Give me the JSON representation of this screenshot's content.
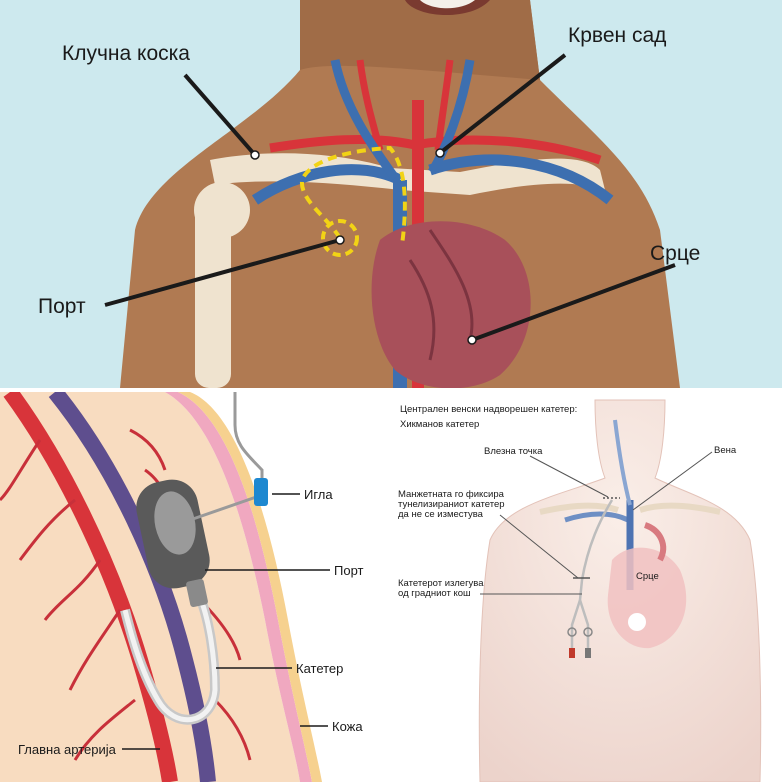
{
  "top_panel": {
    "labels": {
      "clavicle": "Клучна коска",
      "blood_vessel": "Крвен сад",
      "port": "Порт",
      "heart": "Срце"
    }
  },
  "bottom_left_panel": {
    "labels": {
      "needle": "Игла",
      "port": "Порт",
      "catheter": "Катетер",
      "skin": "Кожа",
      "main_artery": "Главна артерија"
    }
  },
  "bottom_right_panel": {
    "title": "Централен венски надворешен катетер:",
    "subtitle": "Хикманов катетер",
    "labels": {
      "entry_point": "Влезна точка",
      "vein": "Вена",
      "cuff_line1": "Манжетната го фиксира",
      "cuff_line2": "тунелизираниот катетер",
      "cuff_line3": "да не се изместува",
      "exit_line1": "Катетерот излегува",
      "exit_line2": "од градниот кош",
      "heart": "Срце"
    }
  },
  "colors": {
    "sky": "#cde9ee",
    "skin_dark": "#b07a52",
    "bone": "#efe3cf",
    "artery": "#d8343a",
    "vein": "#3d6fb0",
    "port_ring": "#f2d315",
    "heart": "#a8505a"
  }
}
